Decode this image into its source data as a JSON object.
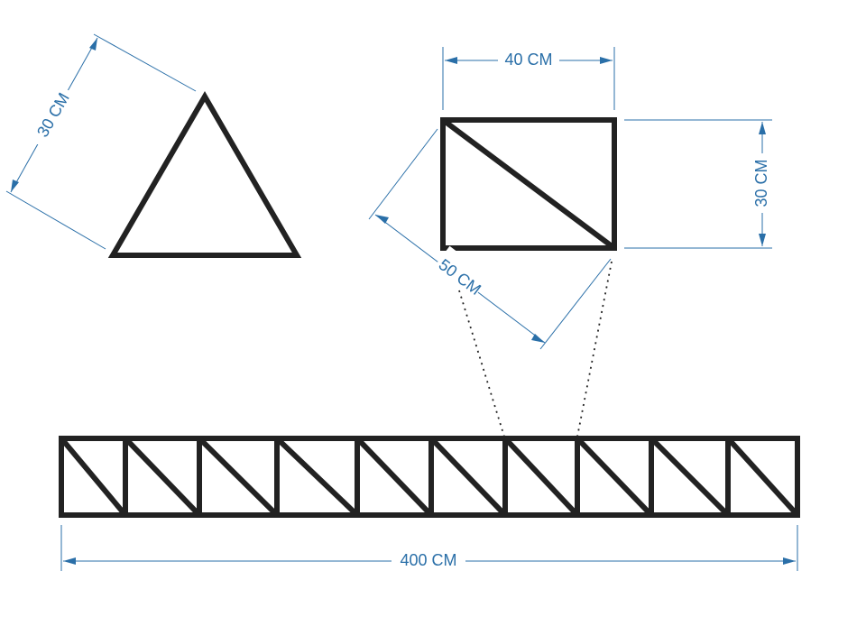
{
  "colors": {
    "shape_stroke": "#222222",
    "dimension": "#2a6fa8",
    "background": "#ffffff"
  },
  "triangle": {
    "side_label": "30 CM"
  },
  "rectangle": {
    "width_label": "40 CM",
    "height_label": "30 CM",
    "diagonal_label": "50 CM"
  },
  "truss": {
    "panel_count": 10,
    "length_label": "400 CM"
  }
}
